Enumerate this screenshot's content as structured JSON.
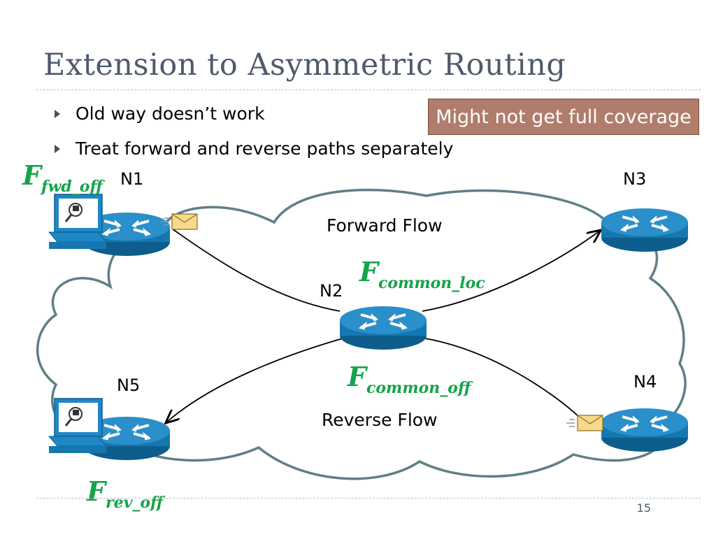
{
  "slide": {
    "title": "Extension to Asymmetric Routing",
    "page_number": "15"
  },
  "bullets": [
    "Old way doesn’t work",
    "Treat forward and reverse paths separately"
  ],
  "callout": "Might not get full coverage",
  "nodes": {
    "n1": "N1",
    "n2": "N2",
    "n3": "N3",
    "n4": "N4",
    "n5": "N5"
  },
  "flows": {
    "forward": "Forward Flow",
    "reverse": "Reverse Flow"
  },
  "functions": {
    "fwd_off": {
      "base": "F",
      "sub": "fwd_off"
    },
    "common_loc": {
      "base": "F",
      "sub": "common_loc"
    },
    "common_off": {
      "base": "F",
      "sub": "common_off"
    },
    "rev_off": {
      "base": "F",
      "sub": "rev_off"
    }
  },
  "colors": {
    "title": "#4f5a6b",
    "callout_bg": "#b07d6c",
    "router": "#1a7fb8",
    "cloud_stroke": "#5f7f86",
    "function_label": "#16a34a"
  },
  "icons": [
    "router-icon",
    "computer-lock-icon",
    "envelope-icon"
  ]
}
